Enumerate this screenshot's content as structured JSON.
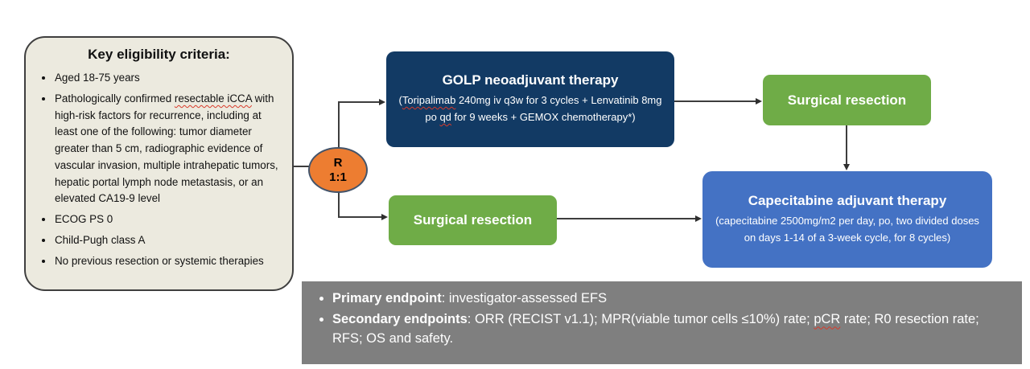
{
  "palette": {
    "navy": "#123a64",
    "green": "#6fac47",
    "blue": "#4472c4",
    "orange": "#ED7D31",
    "beige": "#ECEADF",
    "gray": "#7f7f7f",
    "line": "#3d3d3d",
    "squiggle_red": "#d83a2a"
  },
  "eligibility": {
    "title": "Key eligibility criteria:",
    "bullets": [
      {
        "segments": [
          {
            "t": "Aged 18-75 years"
          }
        ]
      },
      {
        "segments": [
          {
            "t": "Pathologically confirmed "
          },
          {
            "t": "resectable iCCA",
            "sq": true
          },
          {
            "t": " with high-risk factors for recurrence, including at least one of the following: tumor diameter greater than 5 cm, radiographic evidence of vascular invasion, multiple intrahepatic tumors, hepatic portal lymph node metastasis, or an elevated CA19-9 level"
          }
        ]
      },
      {
        "segments": [
          {
            "t": "ECOG PS 0"
          }
        ]
      },
      {
        "segments": [
          {
            "t": "Child-Pugh class A"
          }
        ]
      },
      {
        "segments": [
          {
            "t": "No previous resection or systemic therapies"
          }
        ]
      }
    ]
  },
  "randomization": {
    "letter": "R",
    "ratio": "1:1"
  },
  "golp": {
    "title": "GOLP neoadjuvant therapy",
    "subtitle_segments": [
      {
        "t": "("
      },
      {
        "t": "Toripalimab",
        "sq": true
      },
      {
        "t": " 240mg iv q3w for 3 cycles + Lenvatinib 8mg po "
      },
      {
        "t": "qd",
        "sq": true
      },
      {
        "t": " for 9 weeks + GEMOX chemotherapy*)"
      }
    ]
  },
  "surgical_top": {
    "label": "Surgical resection"
  },
  "surgical_bottom": {
    "label": "Surgical resection"
  },
  "capecitabine": {
    "title": "Capecitabine adjuvant therapy",
    "subtitle": "(capecitabine 2500mg/m2 per day, po, two divided doses on days 1-14 of a 3-week cycle, for 8 cycles)"
  },
  "endpoints": {
    "bullets": [
      {
        "segments": [
          {
            "t": "Primary endpoint",
            "b": true
          },
          {
            "t": ": investigator-assessed EFS"
          }
        ]
      },
      {
        "segments": [
          {
            "t": "Secondary endpoints",
            "b": true
          },
          {
            "t": ": ORR (RECIST v1.1); MPR(viable tumor cells ≤10%) rate; "
          },
          {
            "t": "pCR",
            "sq": true
          },
          {
            "t": " rate; R0 resection rate; RFS; OS and safety."
          }
        ]
      }
    ]
  }
}
